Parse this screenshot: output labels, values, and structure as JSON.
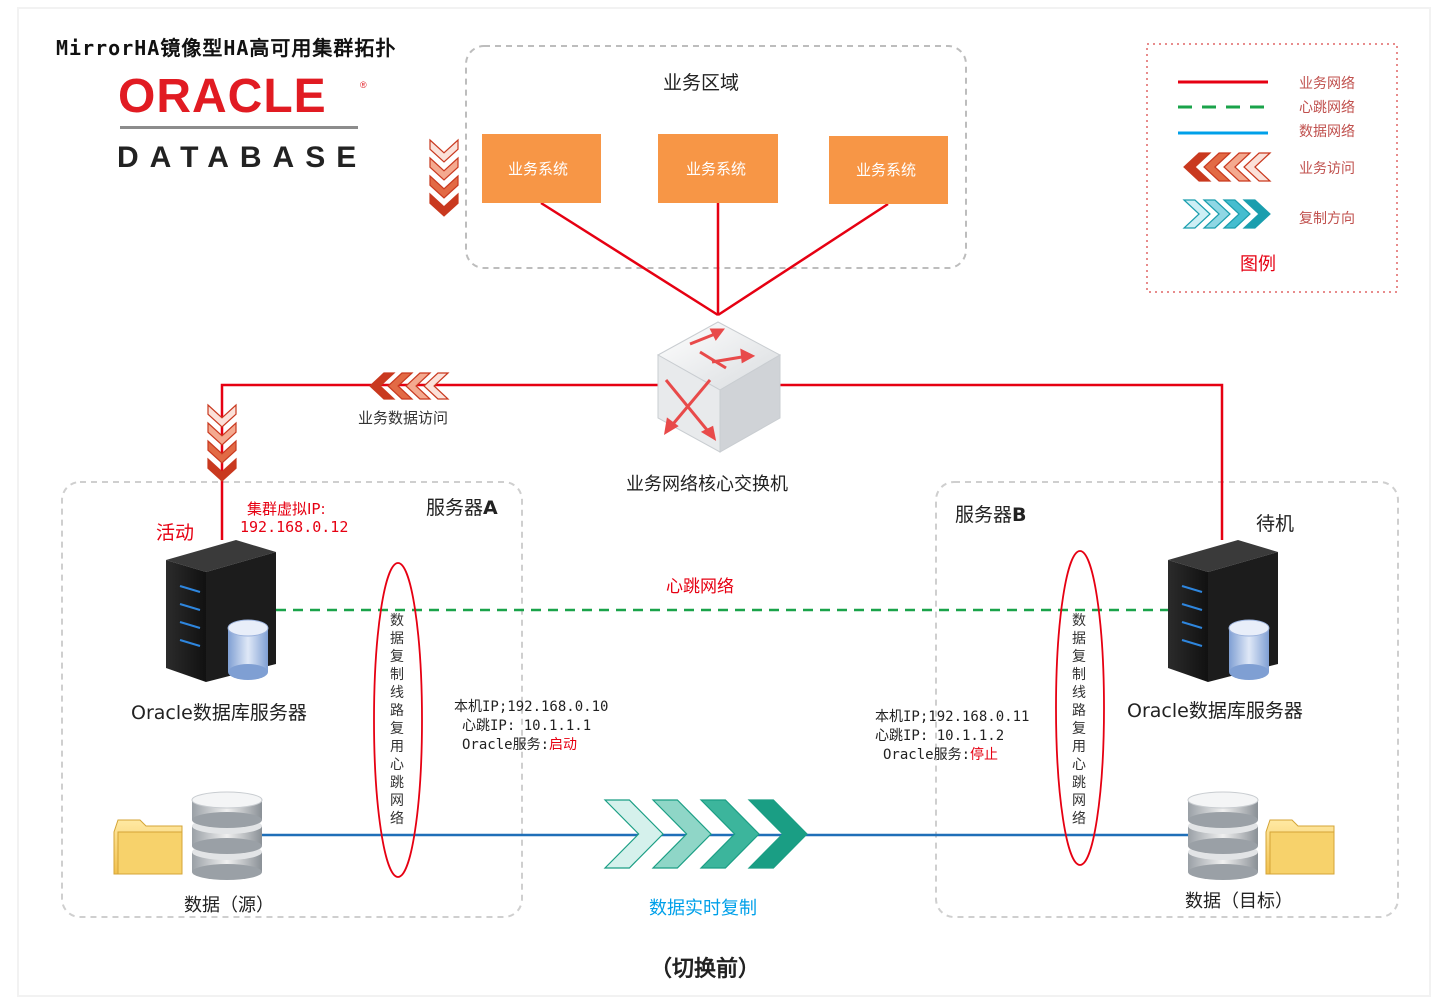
{
  "title": "MirrorHA镜像型HA高可用集群拓扑",
  "logo": {
    "brand": "ORACLE",
    "product": "DATABASE",
    "registered": "®"
  },
  "business_zone": {
    "label": "业务区域",
    "systems": [
      "业务系统",
      "业务系统",
      "业务系统"
    ]
  },
  "switch": {
    "label": "业务网络核心交换机"
  },
  "access_label": "业务数据访问",
  "server_a": {
    "title": "服务器",
    "title_suffix": "A",
    "status": "活动",
    "vip_label": "集群虚拟IP:",
    "vip": "192.168.0.12",
    "server_label": "Oracle数据库服务器",
    "info_ip": "本机IP;192.168.0.10",
    "info_hb": "心跳IP: 10.1.1.1",
    "info_svc_label": "Oracle服务:",
    "info_svc_state": "启动",
    "data_label": "数据（源）",
    "reuse_label": "数据复制线路复用心跳网络"
  },
  "server_b": {
    "title": "服务器",
    "title_suffix": "B",
    "status": "待机",
    "server_label": "Oracle数据库服务器",
    "info_ip": "本机IP;192.168.0.11",
    "info_hb": "心跳IP: 10.1.1.2",
    "info_svc_label": "Oracle服务:",
    "info_svc_state": "停止",
    "data_label": "数据（目标）",
    "reuse_label": "数据复制线路复用心跳网络"
  },
  "heartbeat_label": "心跳网络",
  "replication_label": "数据实时复制",
  "caption": "（切换前）",
  "legend": {
    "title": "图例",
    "items": [
      {
        "label": "业务网络",
        "kind": "business-line",
        "color": "#e60012"
      },
      {
        "label": "心跳网络",
        "kind": "heartbeat-line",
        "color": "#1aa34a"
      },
      {
        "label": "数据网络",
        "kind": "data-line",
        "color": "#00a0e9"
      },
      {
        "label": "业务访问",
        "kind": "access-arrows",
        "color": "#c9391f"
      },
      {
        "label": "复制方向",
        "kind": "replication-arrows",
        "color": "#2fb5a5"
      }
    ]
  },
  "colors": {
    "business": "#e60012",
    "heartbeat": "#1aa34a",
    "data": "#1f6fb8",
    "system_box": "#f79646",
    "legend_text": "#c0504d",
    "replication_text": "#00a0e9"
  }
}
